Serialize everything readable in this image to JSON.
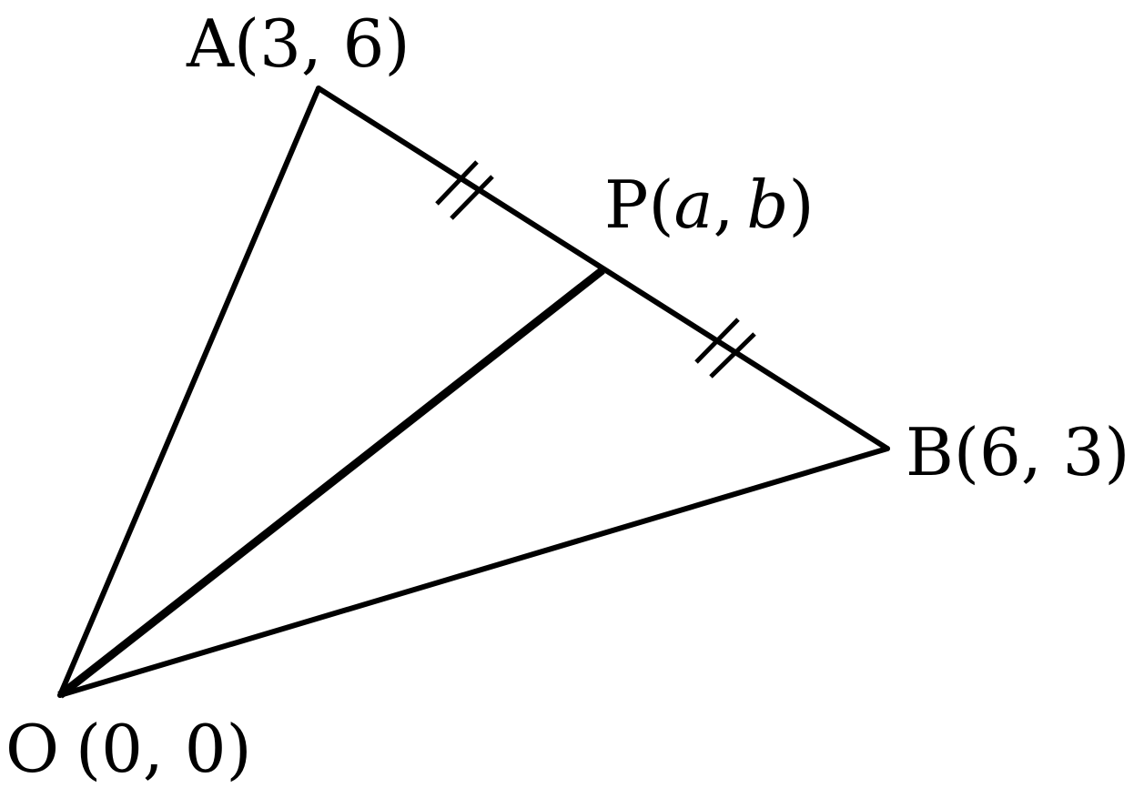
{
  "figure": {
    "points": {
      "O": {
        "name": "O",
        "coords": "(0, 0)"
      },
      "A": {
        "name": "A",
        "coords": "(3, 6)"
      },
      "B": {
        "name": "B",
        "coords": "(6, 3)"
      },
      "P": {
        "name": "P",
        "open": "(",
        "a": "a",
        "comma": ",",
        "b": "b",
        "close": ")"
      }
    },
    "segments": [
      "OA",
      "AB",
      "OB",
      "OP"
    ],
    "equal_marks": "AP = PB (double tick marks)",
    "colors": {
      "stroke": "#000000",
      "background": "#ffffff"
    }
  }
}
